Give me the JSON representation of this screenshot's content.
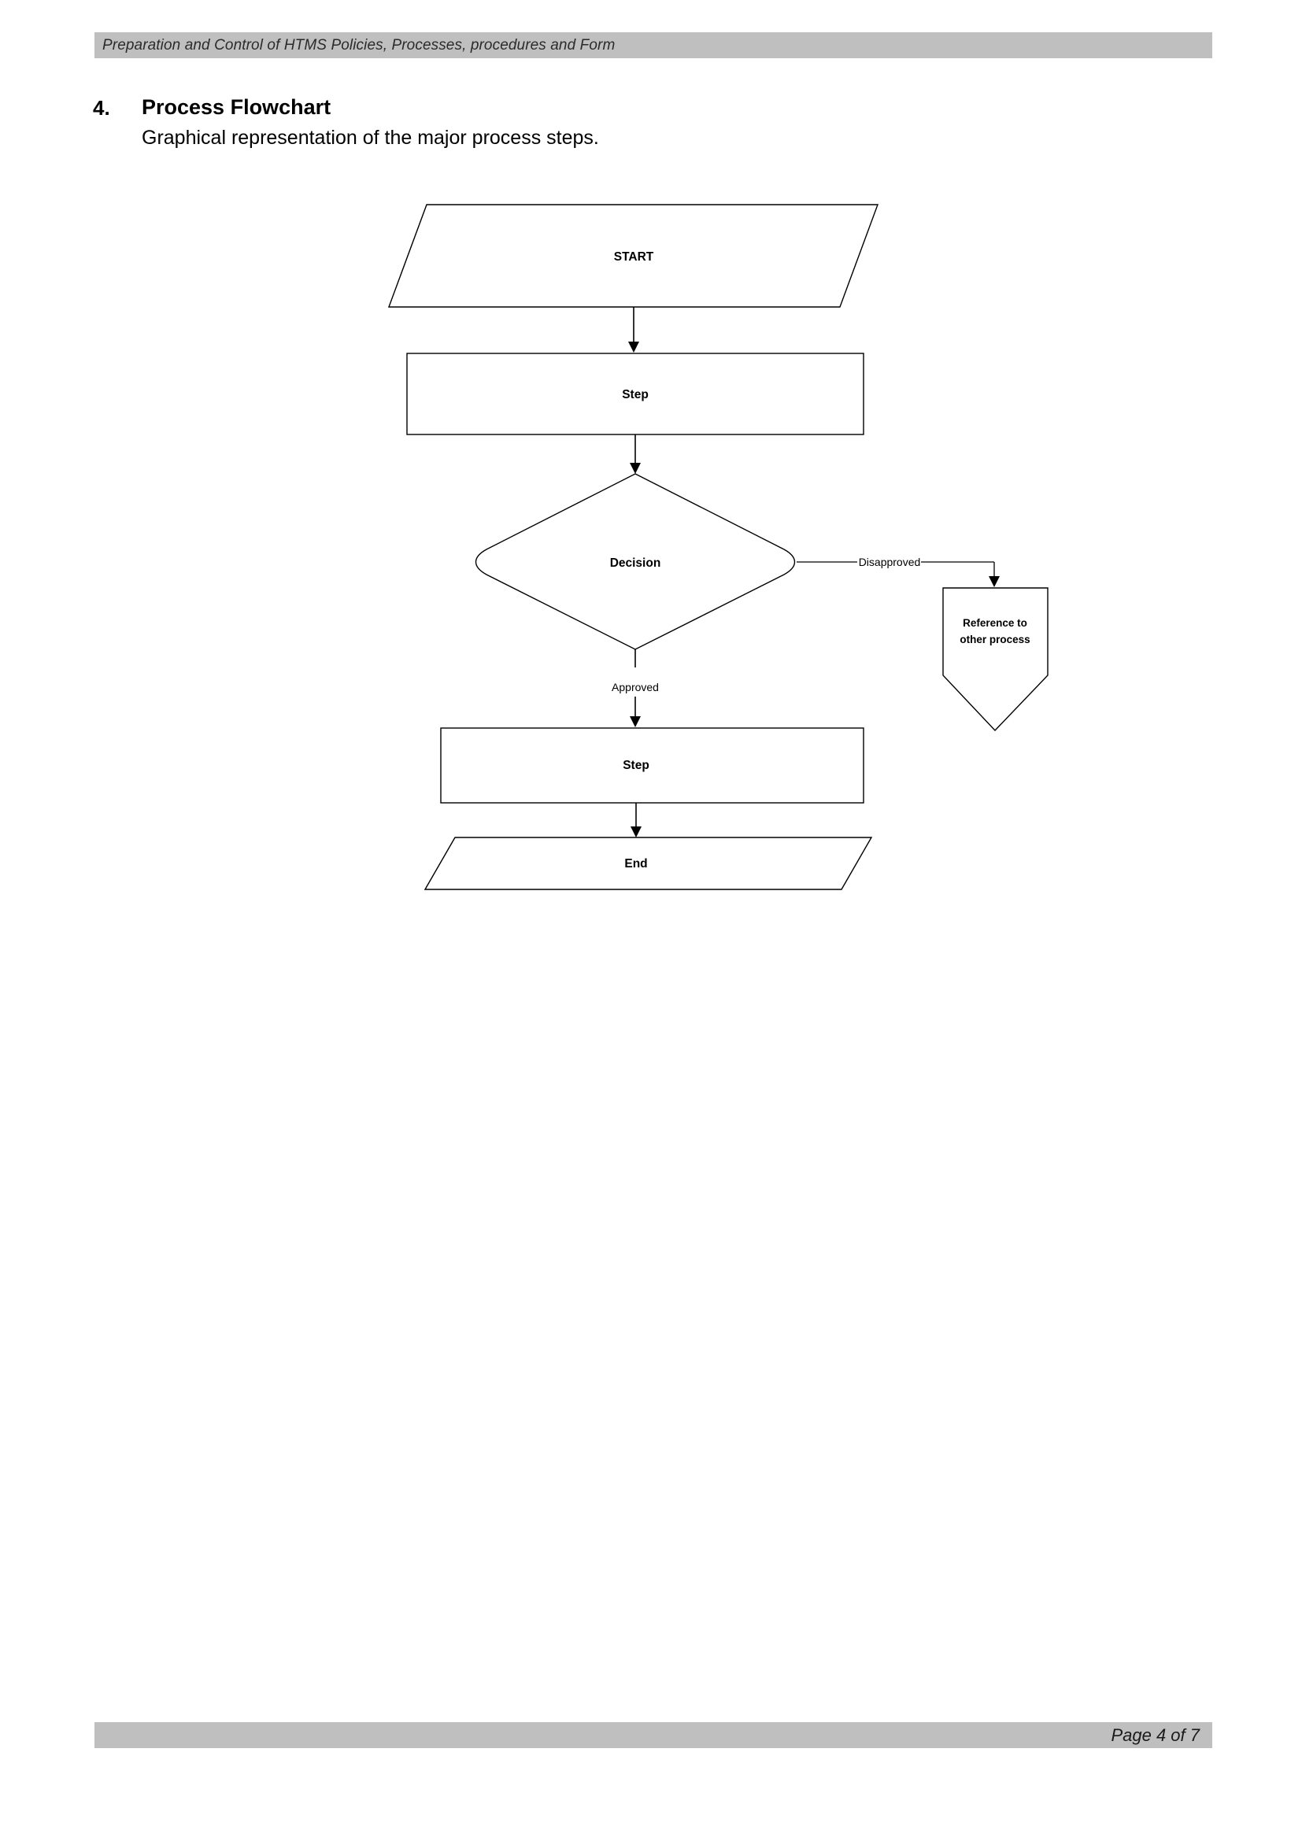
{
  "document": {
    "header_text": "Preparation and Control of HTMS Policies, Processes, procedures and Form",
    "footer_text": "Page 4 of 7",
    "band_color": "#BFBFBF"
  },
  "section": {
    "number": "4.",
    "title": "Process Flowchart",
    "subtitle": "Graphical  representation of the major process steps."
  },
  "chart_data": {
    "type": "diagram",
    "diagram_kind": "flowchart",
    "title": "Process Flowchart",
    "orientation": "top-to-bottom",
    "nodes": [
      {
        "id": "start",
        "label": "START",
        "shape": "parallelogram"
      },
      {
        "id": "step1",
        "label": "Step",
        "shape": "rectangle"
      },
      {
        "id": "decision",
        "label": "Decision",
        "shape": "diamond"
      },
      {
        "id": "reference",
        "label": "Reference to other process",
        "label_line1": "Reference to",
        "label_line2": "other process",
        "shape": "pentagon-down"
      },
      {
        "id": "step2",
        "label": "Step",
        "shape": "rectangle"
      },
      {
        "id": "end",
        "label": "End",
        "shape": "parallelogram"
      }
    ],
    "edges": [
      {
        "from": "start",
        "to": "step1",
        "label": ""
      },
      {
        "from": "step1",
        "to": "decision",
        "label": ""
      },
      {
        "from": "decision",
        "to": "reference",
        "label": "Disapproved"
      },
      {
        "from": "decision",
        "to": "step2",
        "label": "Approved"
      },
      {
        "from": "step2",
        "to": "end",
        "label": ""
      }
    ],
    "edge_labels": {
      "disapproved": "Disapproved",
      "approved": "Approved"
    },
    "stroke_color": "#000000",
    "fill_color": "#FFFFFF"
  }
}
